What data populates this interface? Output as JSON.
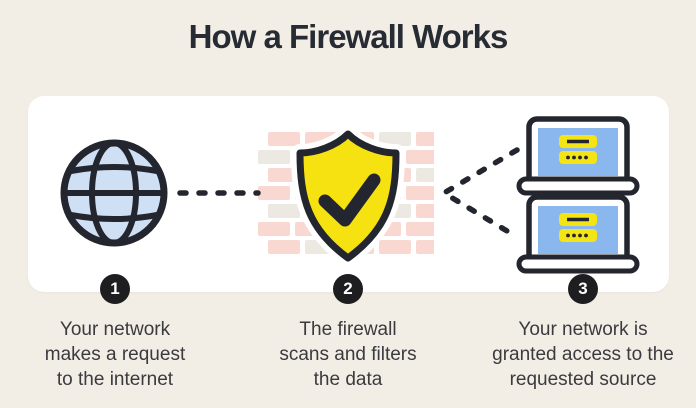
{
  "title": "How a Firewall Works",
  "colors": {
    "background": "#f2ede5",
    "card": "#ffffff",
    "outline": "#23262e",
    "title_text": "#272b34",
    "caption_text": "#3b3a3e",
    "globe_fill": "#cfdff4",
    "shield_yellow": "#f7e211",
    "brick_pink": "#f9d8d2",
    "brick_gray": "#ece8e2",
    "screen_blue": "#89b7ee",
    "bar_yellow": "#f5e414",
    "badge_bg": "#1e1d1f",
    "badge_text": "#ffffff"
  },
  "steps": [
    {
      "number": "1",
      "icon": "globe-icon",
      "caption": "Your network\nmakes a request\nto the internet"
    },
    {
      "number": "2",
      "icon": "shield-check-icon",
      "caption": "The firewall\nscans and filters\nthe data"
    },
    {
      "number": "3",
      "icon": "laptops-icon",
      "caption": "Your network is\ngranted access to the\nrequested source"
    }
  ],
  "brick_wall": {
    "rows": [
      [
        "pink",
        "pink",
        "pink",
        "gray",
        "pink"
      ],
      [
        "gray",
        "pink",
        "pink",
        "pink",
        "pink"
      ],
      [
        "pink",
        "pink",
        "pink",
        "pink",
        "gray"
      ],
      [
        "pink",
        "pink",
        "pink",
        "pink",
        "pink"
      ],
      [
        "gray",
        "pink",
        "pink",
        "gray",
        "pink"
      ],
      [
        "pink",
        "pink",
        "pink",
        "pink",
        "pink"
      ],
      [
        "pink",
        "gray",
        "pink",
        "pink",
        "pink"
      ]
    ]
  }
}
